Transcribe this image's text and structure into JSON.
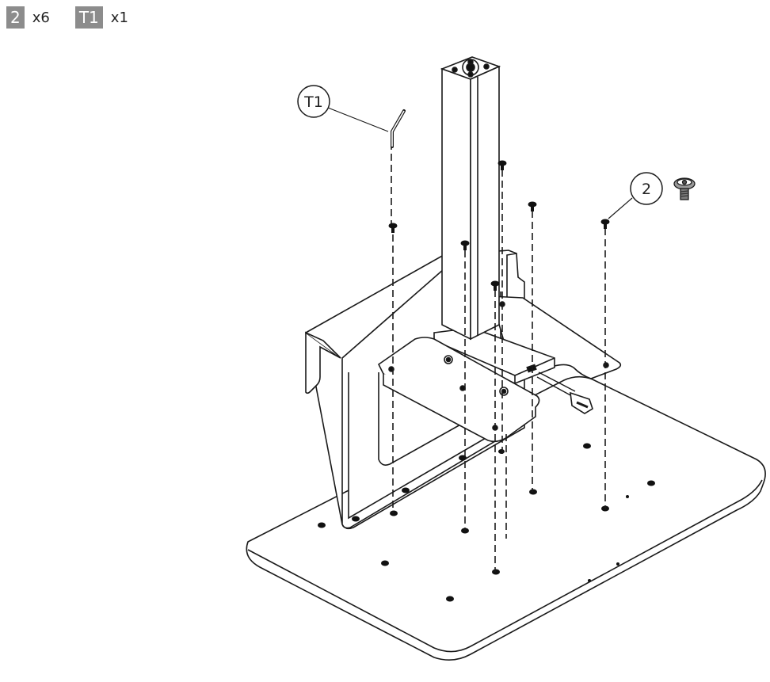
{
  "legend": {
    "items": [
      {
        "part": "2",
        "quantity": "x6"
      },
      {
        "part": "T1",
        "quantity": "x1"
      }
    ]
  },
  "callouts": {
    "tool": "T1",
    "screw": "2"
  },
  "colors": {
    "line": "#1a1a1a",
    "badge": "#8c8c8c",
    "hole": "#111111"
  },
  "icons": [
    "hex-key-icon",
    "screw-icon"
  ]
}
